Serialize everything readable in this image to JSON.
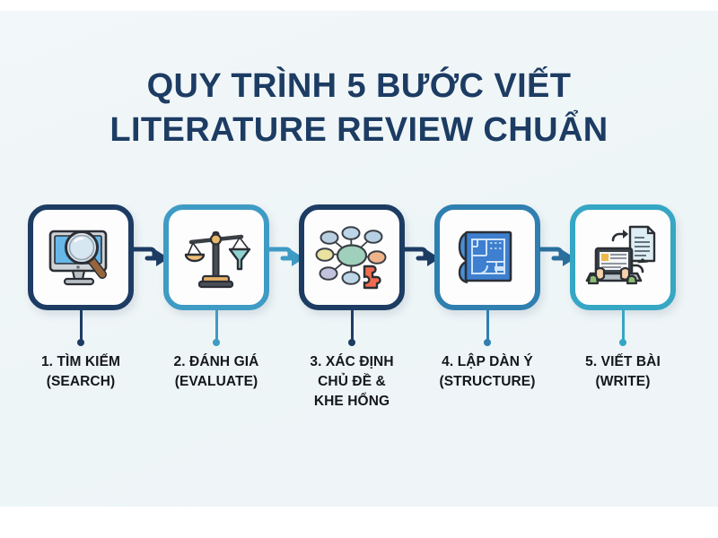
{
  "meta": {
    "background_color": "#eff5f7",
    "title_color": "#1d3c63",
    "label_color": "#14171c"
  },
  "title": {
    "line1": "QUY TRÌNH 5 BƯỚC VIẾT",
    "line2": "LITERATURE REVIEW CHUẨN"
  },
  "steps": [
    {
      "icon": "monitor-magnifier-icon",
      "border_color": "#1d3c63",
      "stem_color": "#1d3c63",
      "label_lines": [
        "1. TÌM KIẾM",
        "(SEARCH)"
      ]
    },
    {
      "icon": "balance-scale-funnel-icon",
      "border_color": "#3e9bc4",
      "stem_color": "#3e9bc4",
      "label_lines": [
        "2. ĐÁNH GIÁ",
        "(EVALUATE)"
      ]
    },
    {
      "icon": "mind-map-puzzle-icon",
      "border_color": "#1d3c63",
      "stem_color": "#1d3c63",
      "label_lines": [
        "3. XÁC ĐỊNH",
        "CHỦ ĐỀ &",
        "KHE HỔNG"
      ]
    },
    {
      "icon": "blueprint-floorplan-icon",
      "border_color": "#2f7fb0",
      "stem_color": "#2f7fb0",
      "label_lines": [
        "4. LẬP DÀN Ý",
        "(STRUCTURE)"
      ]
    },
    {
      "icon": "laptop-typing-document-icon",
      "border_color": "#35a6c4",
      "stem_color": "#35a6c4",
      "label_lines": [
        "5. VIẾT BÀI",
        "(WRITE)"
      ]
    }
  ],
  "arrows": [
    {
      "name": "arrow-step1-to-step2",
      "color": "#1d3c63"
    },
    {
      "name": "arrow-step2-to-step3",
      "color": "#3e9bc4"
    },
    {
      "name": "arrow-step3-to-step4",
      "color": "#1d3c63"
    },
    {
      "name": "arrow-step4-to-step5",
      "color": "#2a6f9e"
    }
  ]
}
